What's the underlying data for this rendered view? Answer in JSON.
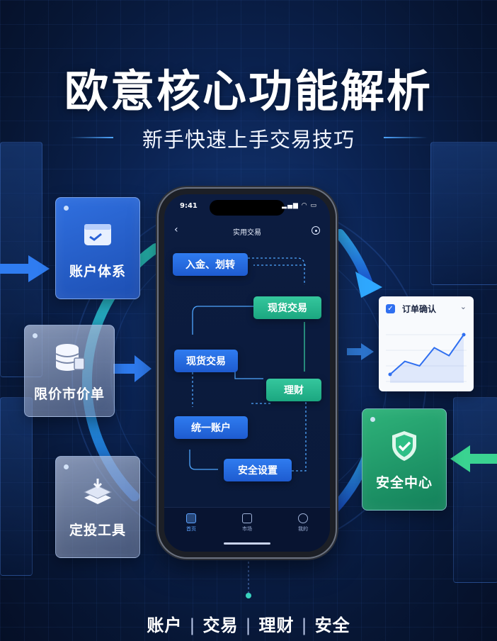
{
  "header": {
    "title": "欧意核心功能解析",
    "subtitle": "新手快速上手交易技巧"
  },
  "cards": {
    "account": {
      "label": "账户体系",
      "icon": "wallet-icon"
    },
    "limit_market": {
      "label": "限价市价单",
      "icon": "database-icon"
    },
    "dca": {
      "label": "定投工具",
      "icon": "layers-icon"
    },
    "security": {
      "label": "安全中心",
      "icon": "shield-check-icon"
    }
  },
  "phone": {
    "status_time": "9:41",
    "screen_title": "实用交易",
    "nodes": {
      "deposit": "入金、划转",
      "spot_right": "现货交易",
      "spot_left": "现货交易",
      "wealth": "理财",
      "unified": "统一账户",
      "security_settings": "安全设置"
    },
    "tabs": [
      "首页",
      "市场",
      "我的"
    ]
  },
  "order_card": {
    "title": "订单确认",
    "chart_points": [
      0.15,
      0.38,
      0.3,
      0.62,
      0.48,
      0.85
    ]
  },
  "footer": {
    "tags": [
      "账户",
      "交易",
      "理财",
      "安全"
    ]
  },
  "colors": {
    "accent_blue": "#2f7cf0",
    "accent_green": "#35c79d",
    "background": "#0b2352"
  }
}
